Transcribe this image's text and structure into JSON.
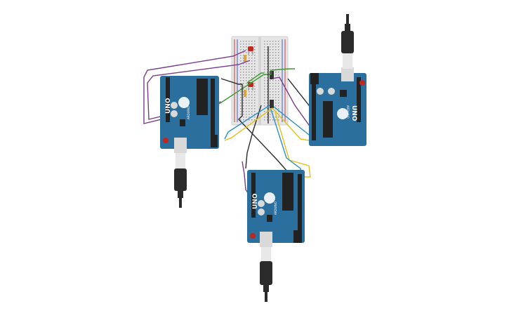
{
  "canvas": {
    "background": "#ffffff"
  },
  "boards": [
    {
      "id": "board-left",
      "model_text": "UNO",
      "brand_text": "ARDUINO"
    },
    {
      "id": "board-right",
      "model_text": "UNO",
      "brand_text": "ARDUINO"
    },
    {
      "id": "board-bottom",
      "model_text": "UNO",
      "brand_text": "ARDUINO"
    }
  ],
  "colors": {
    "board": "#2a6f9e",
    "board_dark": "#1d5577",
    "header": "#222222",
    "breadboard": "#e6e6e6",
    "breadboard_hole": "#9a9a9a",
    "rail_red": "#d23b3b",
    "rail_blue": "#3b5bd2",
    "led": "#c0271f",
    "resistor": "#d9a441",
    "button": "#333333",
    "usb_metal": "#d9d9d9",
    "cable": "#2b2b2b",
    "wire_purple": "#7a3c8c",
    "wire_green": "#3c9a2e",
    "wire_black": "#2b2b2b",
    "wire_yellow": "#e5c01a",
    "wire_blue": "#2b8fc9"
  },
  "components": {
    "leds": 2,
    "resistors": 2,
    "pushbuttons": 2
  }
}
